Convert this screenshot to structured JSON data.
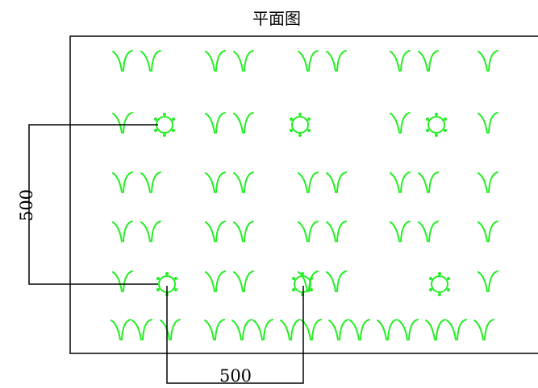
{
  "title": "平面图",
  "dimension_horizontal": "500",
  "dimension_vertical": "500",
  "colors": {
    "plant": "#22ee22",
    "line": "#000000",
    "background": "#ffffff"
  }
}
